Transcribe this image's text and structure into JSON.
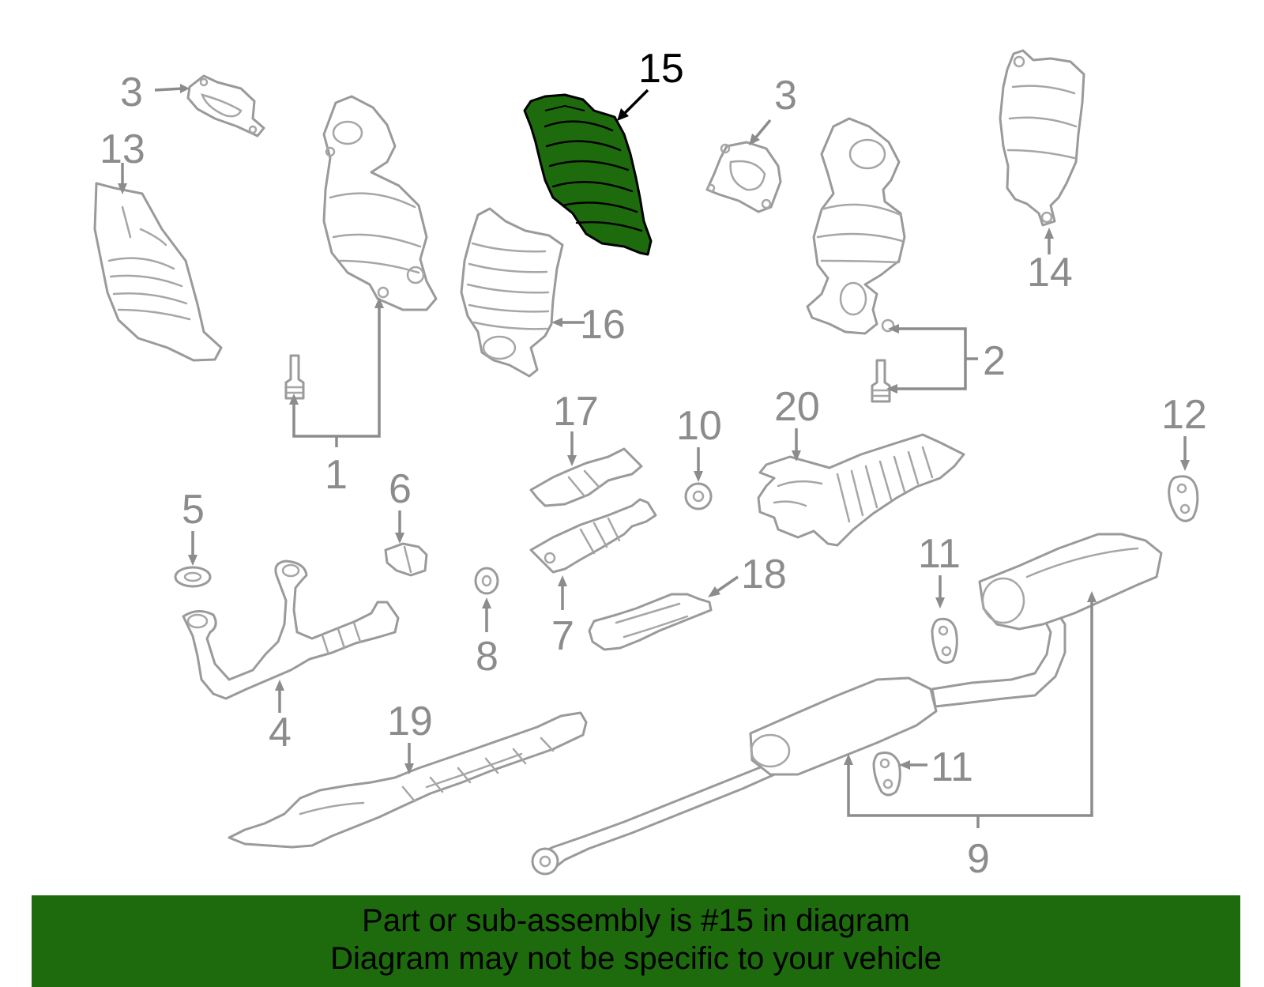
{
  "colors": {
    "highlight_fill": "#1e6b0e",
    "part_stroke": "#9a9a9a",
    "callout_text": "#8c8c8c",
    "banner_bg": "#1e6b0e"
  },
  "callouts": {
    "c1": "1",
    "c2": "2",
    "c3a": "3",
    "c3b": "3",
    "c4": "4",
    "c5": "5",
    "c6": "6",
    "c7": "7",
    "c8": "8",
    "c9": "9",
    "c10": "10",
    "c11a": "11",
    "c11b": "11",
    "c12": "12",
    "c13": "13",
    "c14": "14",
    "c15": "15",
    "c16": "16",
    "c17": "17",
    "c18": "18",
    "c19": "19",
    "c20": "20"
  },
  "highlighted_part": "15",
  "banner": {
    "line1": "Part or sub-assembly is #15 in diagram",
    "line2": "Diagram may not be specific to your vehicle"
  }
}
